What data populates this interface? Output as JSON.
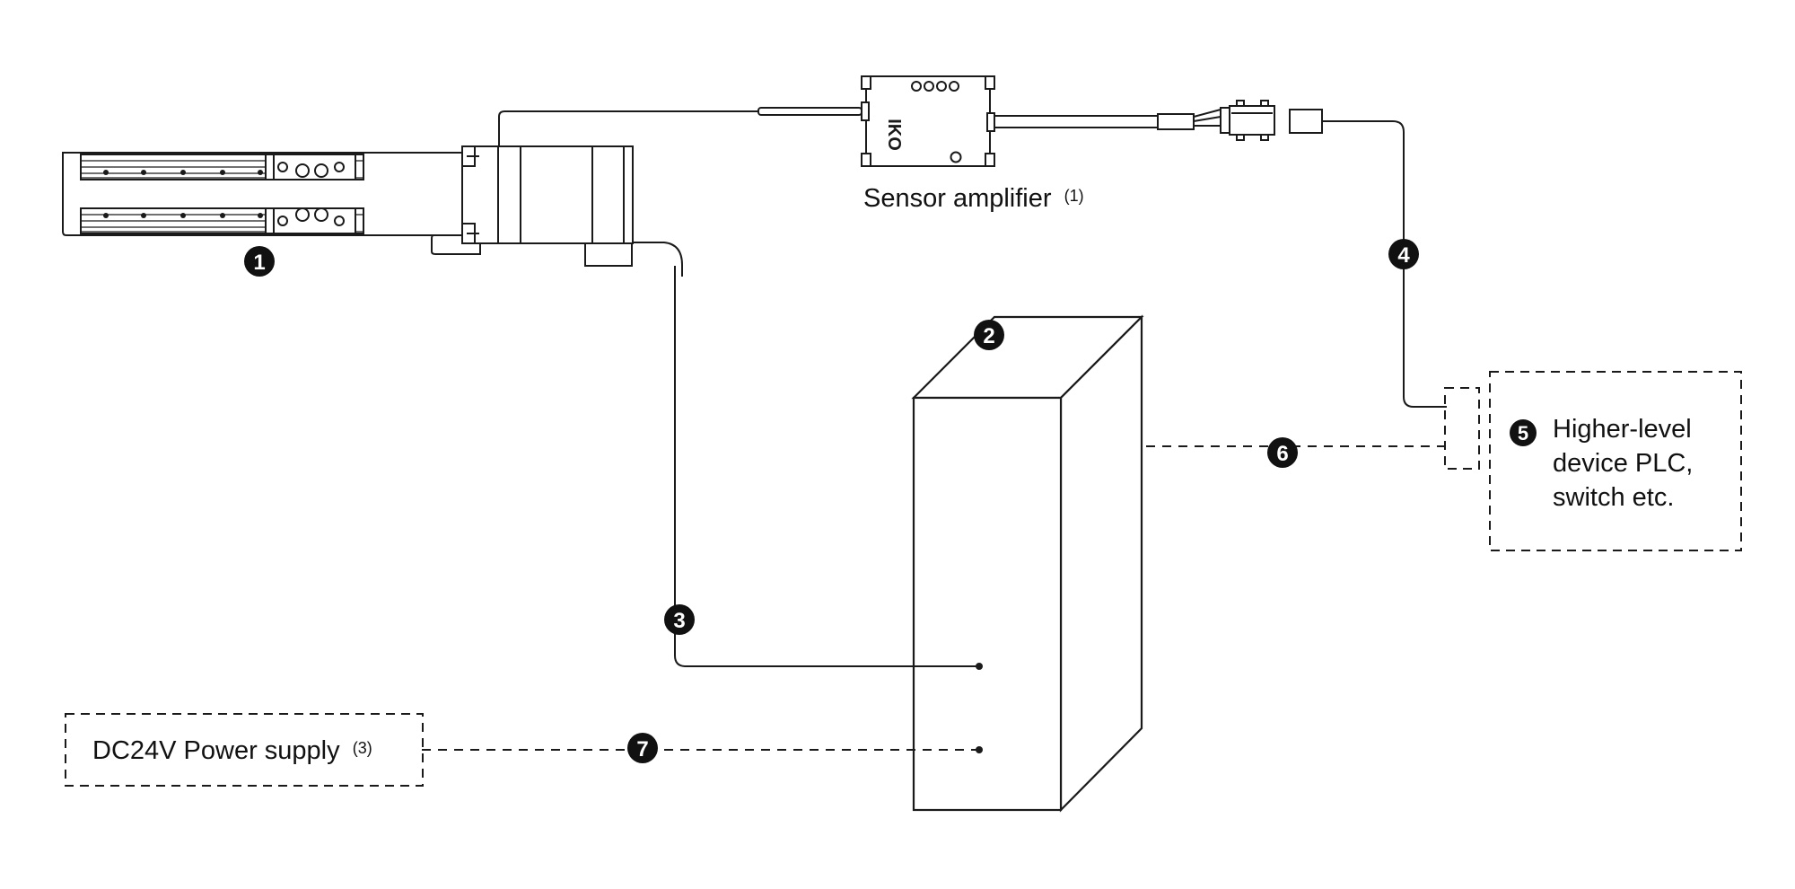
{
  "labels": {
    "sensor_amplifier": "Sensor amplifier",
    "sensor_amplifier_note": "(1)",
    "higher_level_line1": "Higher-level",
    "higher_level_line2": "device PLC,",
    "higher_level_line3": "switch etc.",
    "power_supply": "DC24V Power supply",
    "power_supply_note": "(3)",
    "amplifier_logo": "IKO"
  },
  "markers": {
    "m1": "1",
    "m2": "2",
    "m3": "3",
    "m4": "4",
    "m5": "5",
    "m6": "6",
    "m7": "7"
  },
  "colors": {
    "line": "#1a1a1a",
    "marker_fill": "#111111",
    "marker_text": "#ffffff",
    "background": "#ffffff"
  }
}
